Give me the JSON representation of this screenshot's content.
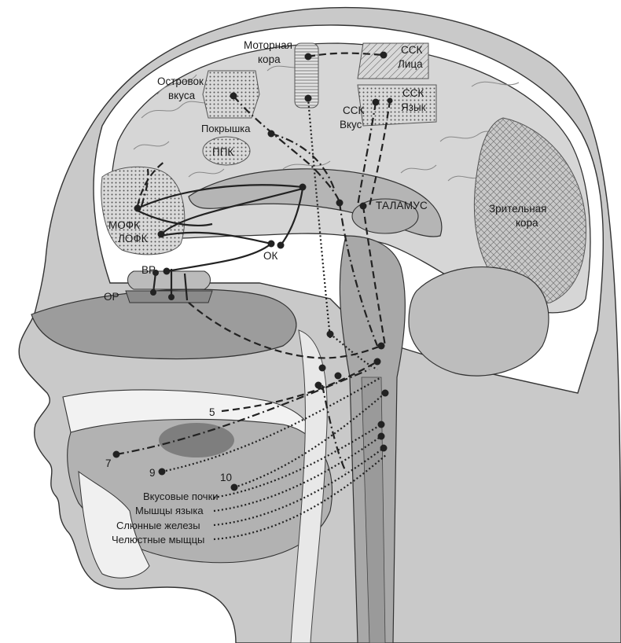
{
  "labels": {
    "motor_cortex_line1": "Моторная",
    "motor_cortex_line2": "кора",
    "ssk_face_line1": "ССК",
    "ssk_face_line2": "Лица",
    "ssk_tongue_line1": "ССК",
    "ssk_tongue_line2": "Язык",
    "ssk_taste_line1": "ССК",
    "ssk_taste_line2": "Вкус",
    "insula_line1": "Островок",
    "insula_line2": "вкуса",
    "operculum": "Покрышка",
    "ppk": "ППК",
    "thalamus": "ТАЛАМУС",
    "visual_cortex_line1": "Зрительная",
    "visual_cortex_line2": "кора",
    "mofk": "МОФК",
    "lofk": "ЛОФК",
    "ok": "ОК",
    "vr": "ВР",
    "or": "ОР",
    "nerve_5": "5",
    "nerve_7": "7",
    "nerve_9": "9",
    "nerve_10": "10",
    "taste_buds": "Вкусовые почки",
    "tongue_muscles": "Мышцы языка",
    "salivary_glands": "Слюнные железы",
    "jaw_muscles": "Челюстные мыщцы"
  },
  "colors": {
    "skin": "#c8c8c8",
    "skull": "#ffffff",
    "brain": "#d4d4d4",
    "brain_dark": "#a9a9a9",
    "cavity": "#9a9a9a",
    "outline": "#333333",
    "path": "#222222"
  }
}
